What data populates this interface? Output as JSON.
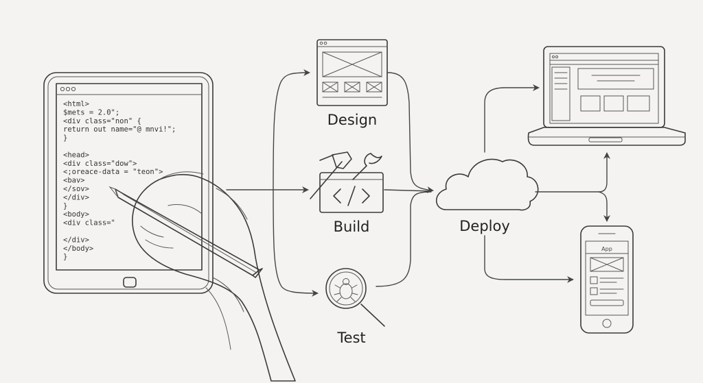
{
  "stages": {
    "design": "Design",
    "build": "Build",
    "test": "Test",
    "deploy": "Deploy"
  },
  "tablet": {
    "code_lines": [
      "<html>",
      "  $mets = 2.0\";",
      "  <div class=\"non\" {",
      "    return out  name=\"@ mnvi!\";",
      "  }",
      "",
      "  <head>",
      "    <div class=\"dow\">",
      "      <;oreace-data = \"teon\">",
      "      <bav>",
      "      </sov>",
      "    </div>",
      "  }",
      "  <body>",
      "    <div class=\"",
      "",
      "    </div>",
      "  </body>",
      "}"
    ]
  },
  "phone": {
    "title": "App"
  },
  "colors": {
    "background": "#f4f3f1",
    "ink": "#333333",
    "shading": "#d9d7d3"
  },
  "icons": [
    "wireframe-window-icon",
    "hammer-icon",
    "wrench-icon",
    "code-window-icon",
    "magnifier-bug-icon",
    "cloud-icon",
    "laptop-icon",
    "smartphone-icon",
    "tablet-icon",
    "pencil-icon",
    "hand-icon"
  ]
}
